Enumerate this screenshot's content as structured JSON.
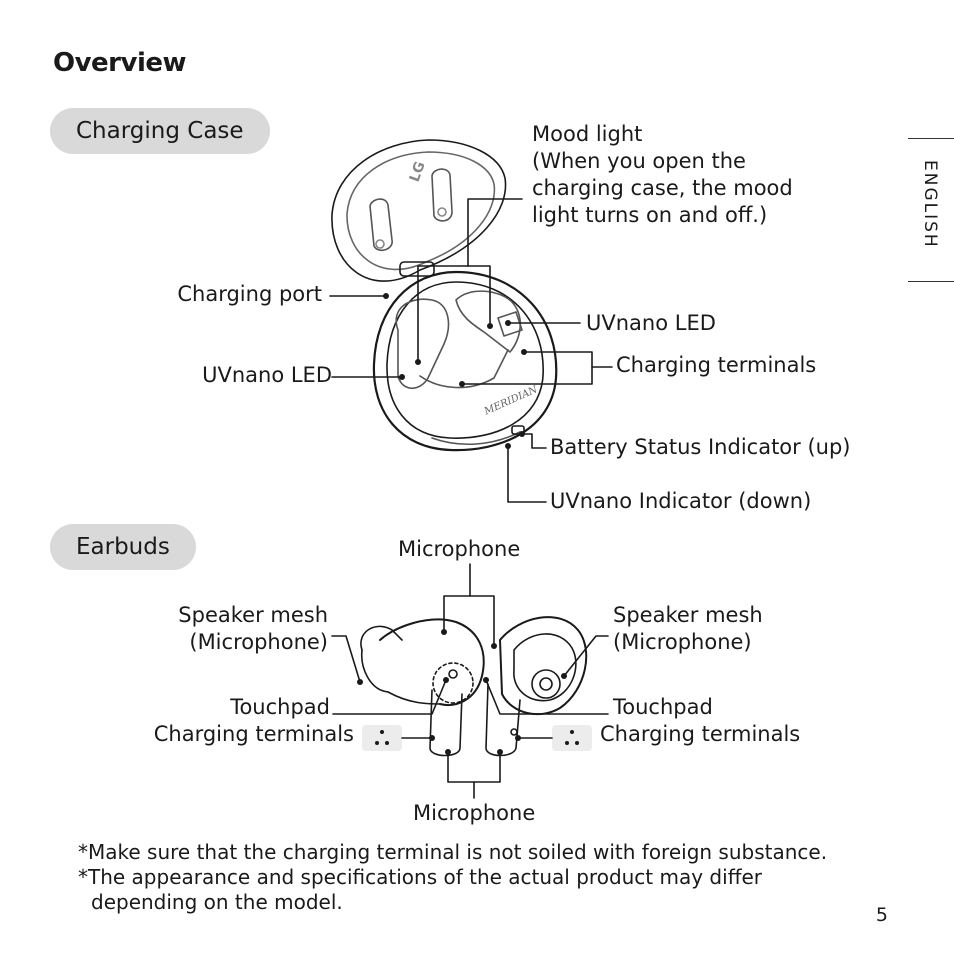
{
  "page": {
    "title": "Overview",
    "side_tab": "ENGLISH",
    "page_number": "5"
  },
  "charging_case": {
    "section_label": "Charging Case",
    "logo_lid": "LG",
    "logo_brand": "MERIDIAN",
    "labels": {
      "mood_light": [
        "Mood light",
        "(When you open the",
        "charging case, the mood",
        "light turns on and off.)"
      ],
      "charging_port": "Charging port",
      "uvnano_led_left": "UVnano LED",
      "uvnano_led_right": "UVnano LED",
      "charging_terminals": "Charging terminals",
      "battery_status": "Battery Status Indicator (up)",
      "uvnano_indicator": "UVnano Indicator (down)"
    }
  },
  "earbuds": {
    "section_label": "Earbuds",
    "labels": {
      "microphone_top": "Microphone",
      "speaker_mesh_left": [
        "Speaker mesh",
        "(Microphone)"
      ],
      "speaker_mesh_right": [
        "Speaker mesh",
        "(Microphone)"
      ],
      "touchpad_left": "Touchpad",
      "touchpad_right": "Touchpad",
      "charging_terminals_left": "Charging terminals",
      "charging_terminals_right": "Charging terminals",
      "microphone_bottom": "Microphone"
    }
  },
  "notes": [
    "*Make sure that the charging terminal is not soiled with foreign substance.",
    "*The appearance and specifications of the actual product may differ",
    "depending on the model."
  ]
}
